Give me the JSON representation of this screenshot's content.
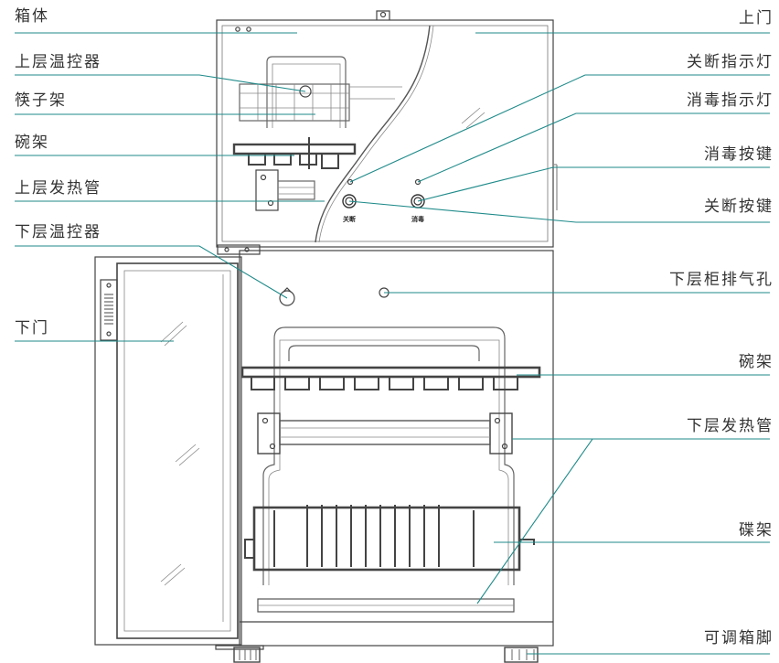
{
  "labels": {
    "left": {
      "cabinet": "箱体",
      "upper_thermostat": "上层温控器",
      "chopstick_rack": "筷子架",
      "bowl_rack": "碗架",
      "upper_heating_tube": "上层发热管",
      "lower_thermostat": "下层温控器",
      "lower_door": "下门"
    },
    "right": {
      "upper_door": "上门",
      "off_indicator": "关断指示灯",
      "sterilize_indicator": "消毒指示灯",
      "sterilize_button": "消毒按键",
      "off_button": "关断按键",
      "lower_vent": "下层柜排气孔",
      "bowl_rack": "碗架",
      "lower_heating_tube": "下层发热管",
      "dish_rack": "碟架",
      "adjustable_feet": "可调箱脚"
    }
  },
  "panel": {
    "off_button_text": "关断",
    "sterilize_button_text": "消毒"
  },
  "colors": {
    "leader_line": "#1f8a8a",
    "outline": "#444444",
    "rack": "#555555",
    "label_text": "#333333"
  }
}
